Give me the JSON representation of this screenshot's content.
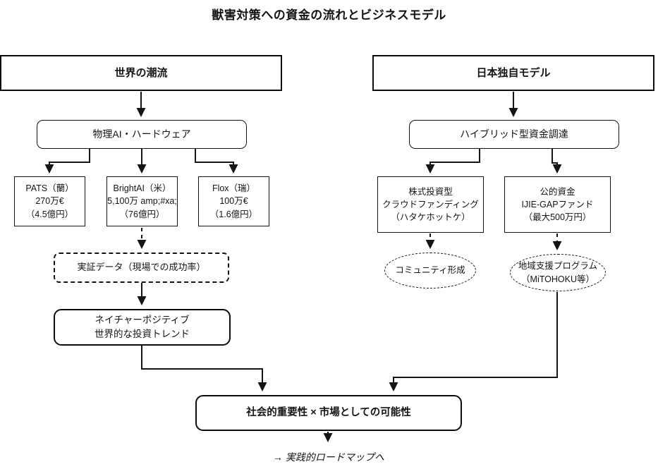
{
  "title": "獣害対策への資金の流れとビジネスモデル",
  "colors": {
    "line": "#141414",
    "background": "#ffffff"
  },
  "nodes": {
    "world_header": {
      "label": "世界の潮流"
    },
    "japan_header": {
      "label": "日本独自モデル"
    },
    "physical_ai": {
      "label": "物理AI・ハードウェア"
    },
    "hybrid_funding": {
      "label": "ハイブリッド型資金調達"
    },
    "pats": {
      "lines": [
        "PATS（蘭）",
        "270万€",
        "（4.5億円）"
      ]
    },
    "brightai": {
      "lines": [
        "BrightAI（米）",
        "5,100万 amp;#xa;",
        "（76億円）"
      ]
    },
    "flox": {
      "lines": [
        "Flox（瑞）",
        "100万€",
        "（1.6億円）"
      ]
    },
    "crowdfunding": {
      "lines": [
        "株式投資型",
        "クラウドファンディング",
        "（ハタケホットケ）"
      ]
    },
    "public_fund": {
      "lines": [
        "公的資金",
        "IJIE-GAPファンド",
        "（最大500万円）"
      ]
    },
    "evidence": {
      "label": "実証データ（現場での成功率）"
    },
    "nature_trend": {
      "lines": [
        "ネイチャーポジティブ",
        "世界的な投資トレンド"
      ]
    },
    "community": {
      "label": "コミュニティ形成"
    },
    "regional_program": {
      "lines": [
        "地域支援プログラム",
        "（MiTOHOKU等）"
      ]
    },
    "social_market": {
      "label": "社会的重要性 × 市場としての可能性"
    },
    "roadmap_note": {
      "label": "→ 実践的ロードマップへ"
    }
  }
}
